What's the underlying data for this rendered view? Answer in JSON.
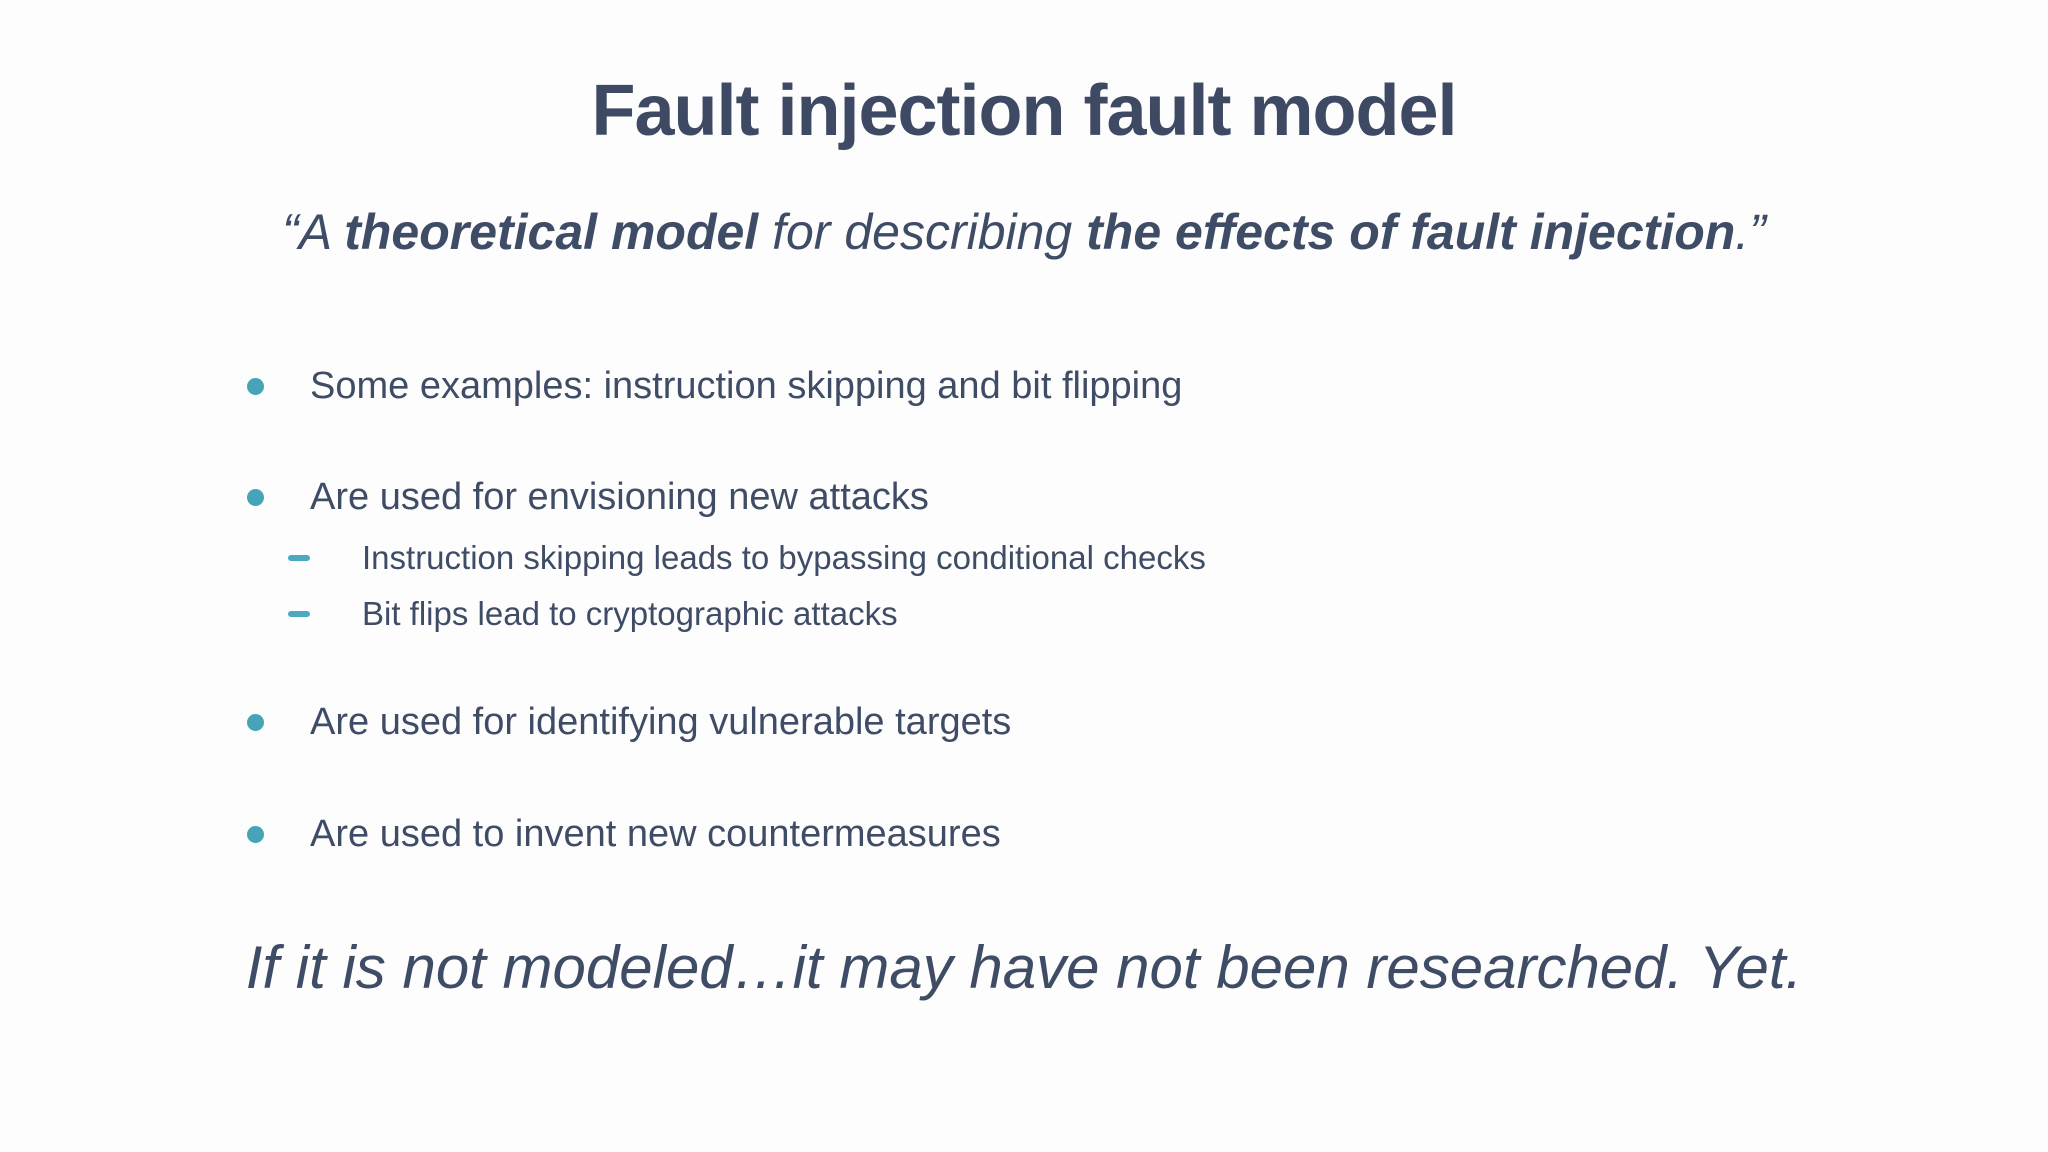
{
  "slide": {
    "title": "Fault injection fault model",
    "quote": {
      "prefix": "“A ",
      "bold1": "theoretical model",
      "middle": " for describing ",
      "bold2": "the effects of fault injection",
      "suffix": ".”"
    },
    "bullets": {
      "item1": "Some examples: instruction skipping and bit flipping",
      "item2": "Are used for envisioning new attacks",
      "sub1": "Instruction skipping leads to bypassing conditional checks",
      "sub2": "Bit flips lead to cryptographic attacks",
      "item3": "Are used for identifying vulnerable targets",
      "item4": "Are used to invent new countermeasures"
    },
    "closing": "If it is not modeled…it may have not been researched. Yet.",
    "colors": {
      "text": "#3f4c66",
      "title_text": "#3e4a63",
      "bullet_dot": "#45a4b8",
      "bullet_dash": "#4da9c0",
      "background": "#fdfdfd"
    }
  }
}
